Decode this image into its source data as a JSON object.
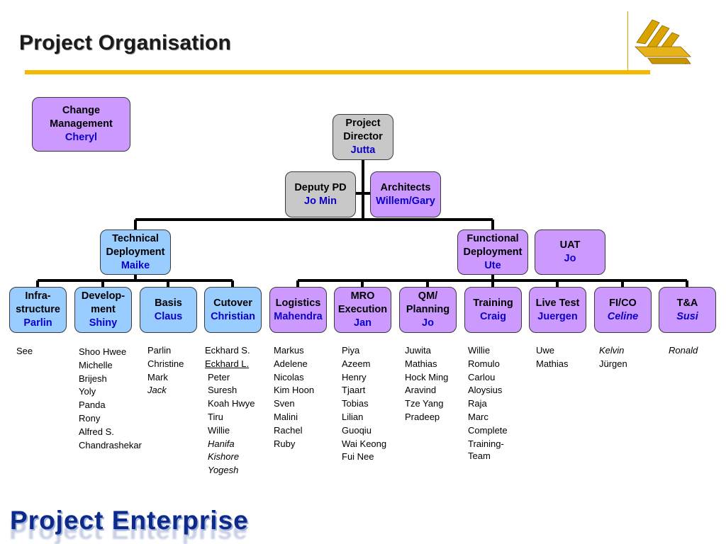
{
  "title": "Project Organisation",
  "footer": "Project Enterprise",
  "colors": {
    "accent_line": "#f5b800",
    "name_text": "#0a00c8",
    "purple_box": "#cc99ff",
    "blue_box": "#99ccff",
    "gray_box": "#c8c8c8"
  },
  "boxes": {
    "change_mgmt": {
      "role": [
        "Change",
        "Management"
      ],
      "name": "Cheryl"
    },
    "project_director": {
      "role": [
        "Project",
        "Director"
      ],
      "name": "Jutta"
    },
    "deputy_pd": {
      "role": [
        "Deputy PD"
      ],
      "name": "Jo Min"
    },
    "architects": {
      "role": [
        "Architects"
      ],
      "name": "Willem/Gary"
    },
    "technical_deployment": {
      "role": [
        "Technical",
        "Deployment"
      ],
      "name": "Maike"
    },
    "functional_deployment": {
      "role": [
        "Functional",
        "Deployment"
      ],
      "name": "Ute"
    },
    "uat": {
      "role": [
        "UAT"
      ],
      "name": "Jo"
    },
    "infra": {
      "role": [
        "Infra-",
        "structure"
      ],
      "name": "Parlin"
    },
    "develop": {
      "role": [
        "Develop-",
        "ment"
      ],
      "name": "Shiny"
    },
    "basis": {
      "role": [
        "Basis"
      ],
      "name": "Claus"
    },
    "cutover": {
      "role": [
        "Cutover"
      ],
      "name": "Christian"
    },
    "logistics": {
      "role": [
        "Logistics"
      ],
      "name": "Mahendra"
    },
    "mro": {
      "role": [
        "MRO",
        "Execution"
      ],
      "name": "Jan"
    },
    "qm": {
      "role": [
        "QM/",
        "Planning"
      ],
      "name": "Jo"
    },
    "training": {
      "role": [
        "Training"
      ],
      "name": "Craig"
    },
    "livetest": {
      "role": [
        "Live Test"
      ],
      "name": "Juergen"
    },
    "fico": {
      "role": [
        "FI/CO"
      ],
      "name": "Celine"
    },
    "ta": {
      "role": [
        "T&A"
      ],
      "name": "Susi"
    }
  },
  "teams": {
    "infra": [
      "See"
    ],
    "develop": [
      "Shoo Hwee",
      "Michelle",
      "Brijesh",
      "Yoly",
      "Panda",
      "Rony",
      "Alfred S.",
      "Chandrashekar"
    ],
    "basis": [
      "Parlin",
      "Christine",
      "Mark",
      "Jack"
    ],
    "cutover": [
      "Eckhard S.",
      "Eckhard L.",
      "Peter",
      "Suresh",
      "Koah Hwye",
      "Tiru",
      "Willie",
      "Hanifa",
      "Kishore",
      "Yogesh"
    ],
    "logistics": [
      "Markus",
      "Adelene",
      "Nicolas",
      "Kim Hoon",
      "Sven",
      "Malini",
      "Rachel",
      "Ruby"
    ],
    "mro": [
      "Piya",
      "Azeem",
      "Henry",
      "Tjaart",
      "Tobias",
      "Lilian",
      "Guoqiu",
      "Wai Keong",
      "Fui Nee"
    ],
    "qm": [
      "Juwita",
      "Mathias",
      "Hock Ming",
      "Aravind",
      "Tze Yang",
      "Pradeep"
    ],
    "training": [
      "Willie",
      "Romulo",
      "Carlou",
      "Aloysius",
      "Raja",
      "Marc",
      "Complete",
      "Training-",
      "Team"
    ],
    "livetest": [
      "Uwe",
      "Mathias"
    ],
    "fico": [
      "Kelvin",
      "Jürgen"
    ],
    "ta": [
      "Ronald"
    ]
  }
}
